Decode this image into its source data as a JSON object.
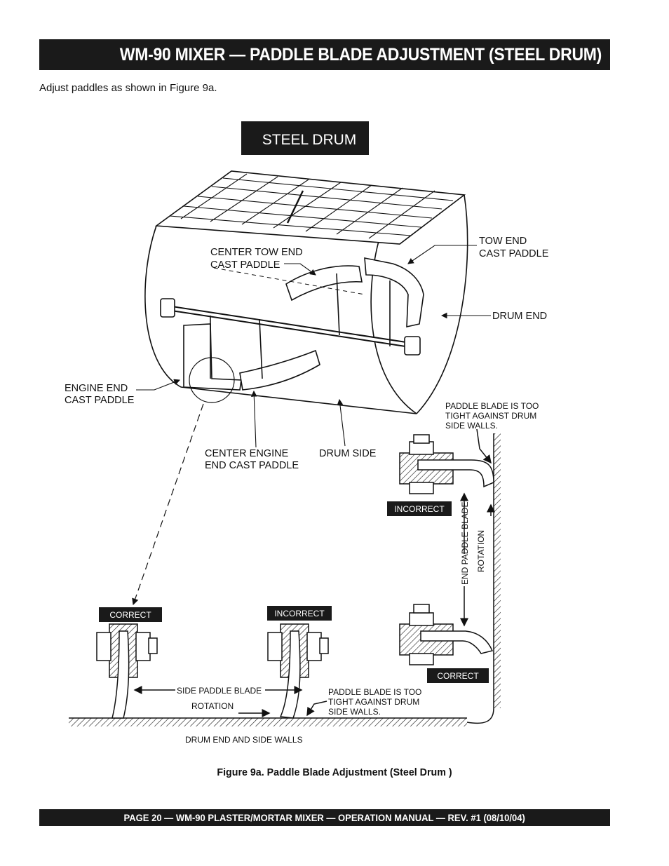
{
  "header": {
    "title": "WM-90 MIXER — PADDLE BLADE ADJUSTMENT (STEEL DRUM)"
  },
  "intro": "Adjust paddles as shown in Figure 9a.",
  "figure": {
    "banner": "STEEL DRUM",
    "labels": {
      "center_tow_1": "CENTER TOW END",
      "center_tow_2": "CAST PADDLE",
      "tow_end_1": "TOW END",
      "tow_end_2": "CAST PADDLE",
      "drum_end": "DRUM END",
      "engine_end_1": "ENGINE END",
      "engine_end_2": "CAST PADDLE",
      "center_engine_1": "CENTER ENGINE",
      "center_engine_2": "END CAST PADDLE",
      "drum_side": "DRUM SIDE",
      "too_tight_top_1": "PADDLE BLADE IS TOO",
      "too_tight_top_2": "TIGHT AGAINST DRUM",
      "too_tight_top_3": "SIDE WALLS.",
      "end_paddle_blade": "END PADDLE BLADE",
      "rotation_vertical": "ROTATION",
      "side_paddle_blade": "SIDE PADDLE BLADE",
      "rotation_bottom": "ROTATION",
      "too_tight_bottom_1": "PADDLE BLADE IS TOO",
      "too_tight_bottom_2": "TIGHT AGAINST DRUM",
      "too_tight_bottom_3": "SIDE WALLS.",
      "drum_walls": "DRUM END AND SIDE WALLS"
    },
    "badges": {
      "incorrect_top": "INCORRECT",
      "correct_right": "CORRECT",
      "correct_left": "CORRECT",
      "incorrect_bottom": "INCORRECT"
    },
    "caption": "Figure 9a. Paddle Blade Adjustment (Steel Drum )"
  },
  "footer": {
    "text": "PAGE 20 — WM-90 PLASTER/MORTAR MIXER — OPERATION MANUAL — REV. #1 (08/10/04)"
  }
}
